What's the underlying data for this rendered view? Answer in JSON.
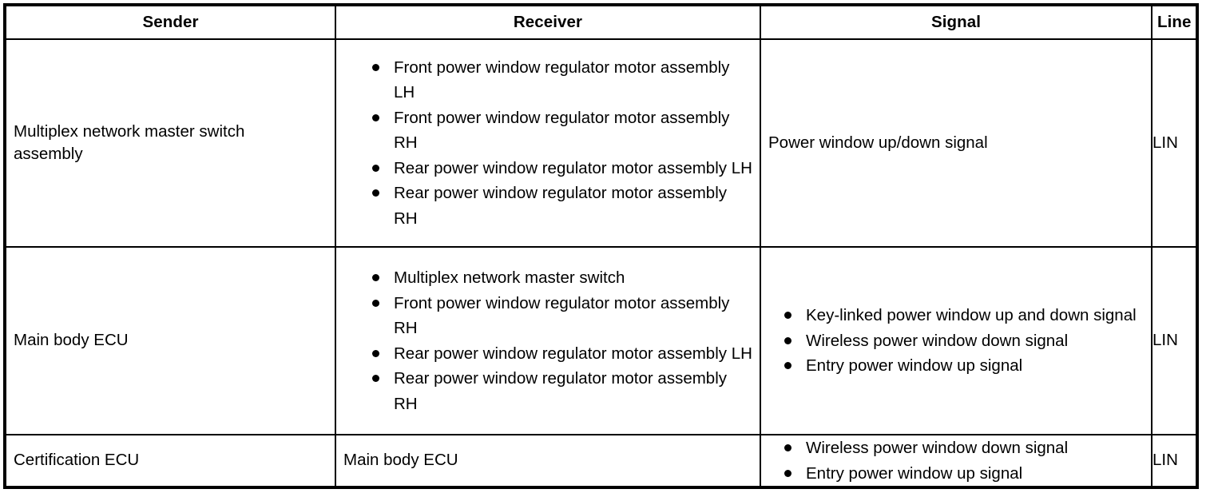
{
  "table": {
    "headers": {
      "sender": "Sender",
      "receiver": "Receiver",
      "signal": "Signal",
      "line": "Line"
    },
    "rows": [
      {
        "sender": "Multiplex network master switch\nassembly",
        "receiver_items": [
          "Front power window regulator motor assembly LH",
          "Front power window regulator motor assembly RH",
          "Rear power window regulator motor assembly LH",
          "Rear power window regulator motor assembly RH"
        ],
        "signal_text": "Power window up/down signal",
        "signal_items": [],
        "line": "LIN"
      },
      {
        "sender": "Main body ECU",
        "receiver_items": [
          "Multiplex network master switch",
          "Front power window regulator motor assembly RH",
          "Rear power window regulator motor assembly LH",
          "Rear power window regulator motor assembly RH"
        ],
        "signal_text": "",
        "signal_items": [
          "Key-linked power window up and down signal",
          "Wireless power window down signal",
          "Entry power window up signal"
        ],
        "line": "LIN"
      },
      {
        "sender": "Certification ECU",
        "receiver_items": [],
        "receiver_text": "Main body ECU",
        "signal_text": "",
        "signal_items": [
          "Wireless power window down signal",
          "Entry power window up signal"
        ],
        "line": "LIN"
      }
    ]
  },
  "colors": {
    "border": "#000000",
    "text": "#000000",
    "background": "#ffffff"
  }
}
